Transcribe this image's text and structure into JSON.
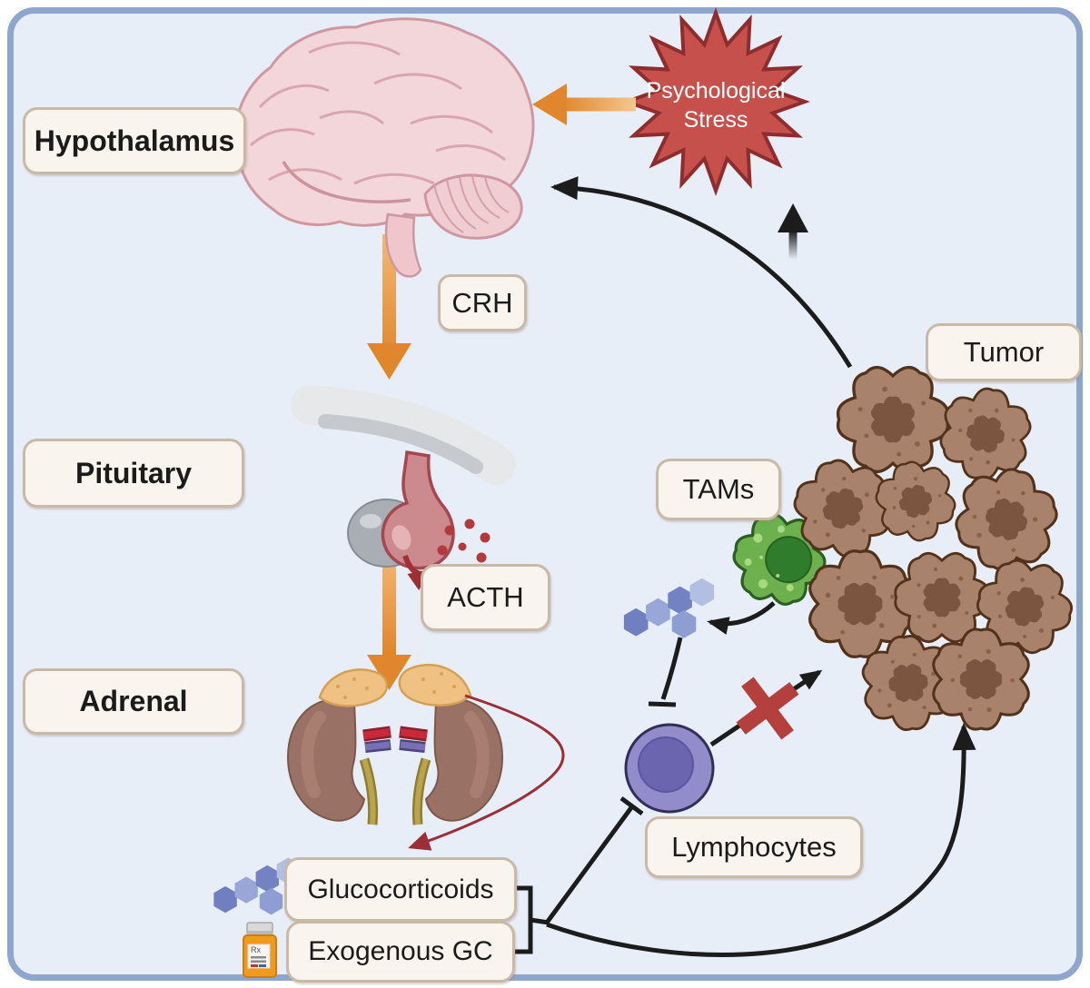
{
  "figure": {
    "organ_labels": {
      "hypothalamus": "Hypothalamus",
      "pituitary": "Pituitary",
      "adrenal": "Adrenal"
    },
    "hormone_labels": {
      "crh": "CRH",
      "acth": "ACTH",
      "glucocorticoids": "Glucocorticoids",
      "exogenous_gc": "Exogenous GC"
    },
    "immune_labels": {
      "tumor": "Tumor",
      "tams": "TAMs",
      "lymphocytes": "Lymphocytes"
    },
    "stress_star": {
      "line1": "Psychological",
      "line2": "Stress"
    },
    "pill_bottle": {
      "rx_label": "Rx"
    },
    "icons": {
      "brain": "pink side-view brain illustration",
      "pituitary_gland": "pituitary gland hanging from stalk",
      "acth_dots": "secreted hormone dots",
      "kidneys": "kidneys with adrenal glands",
      "molecule": "steroid molecule hexagon cluster",
      "pill_bottle": "prescription pill bottle",
      "tumor_cluster": "brown tumor cell cluster",
      "tam_cell": "green tumor-associated macrophage",
      "lymphocyte": "purple lymphocyte cell",
      "red_x": "blocked-attack cross",
      "stress_star": "red starburst"
    },
    "colors": {
      "canvas_bg": "#e8eef8",
      "canvas_border": "#8ea6cd",
      "label_bg": "#f9f5ee",
      "label_border": "#c9baa8",
      "label_text": "#1b1b1b",
      "orange_arrow": "#e0862c",
      "black_line": "#1c1c1c",
      "dark_red_arrow": "#9c2f35",
      "star_fill": "#c5504c",
      "star_stroke": "#8e2d2d",
      "red_x": "#b4403e",
      "tumor_cell": "#a8826b",
      "tumor_nucleus": "#7b5540",
      "tam_green": "#6cb14d",
      "lymphocyte_purple": "#938ccb",
      "brain_pink": "#f3d6d9",
      "molecule_blue": "#7282c2",
      "pill_orange": "#f09a1d"
    }
  }
}
